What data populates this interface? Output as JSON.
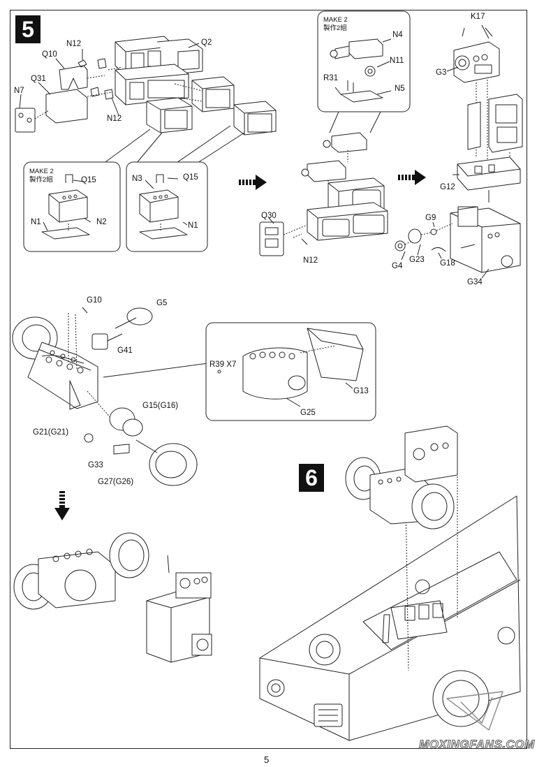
{
  "page": {
    "number": "5",
    "watermark": "MOXINGFANS.COM"
  },
  "steps": [
    {
      "number": "5"
    },
    {
      "number": "6"
    }
  ],
  "callouts": {
    "make2": "MAKE 2",
    "make2_cn": "製作2組"
  },
  "labels": {
    "N12a": "N12",
    "Q2": "Q2",
    "Q10": "Q10",
    "Q31": "Q31",
    "N7": "N7",
    "N12b": "N12",
    "Q15a": "Q15",
    "N1a": "N1",
    "N2": "N2",
    "N3": "N3",
    "Q15b": "Q15",
    "N1b": "N1",
    "N4": "N4",
    "N11": "N11",
    "R31": "R31",
    "N5": "N5",
    "Q30": "Q30",
    "N12c": "N12",
    "K17": "K17",
    "G3": "G3",
    "G12": "G12",
    "G9": "G9",
    "G4": "G4",
    "G23": "G23",
    "G18": "G18",
    "G34": "G34",
    "G10": "G10",
    "G5": "G5",
    "G41": "G41",
    "R39": "R39 X7",
    "G13": "G13",
    "G25": "G25",
    "G15": "G15(G16)",
    "G21": "G21(G21)",
    "G33": "G33",
    "G27": "G27(G26)"
  }
}
